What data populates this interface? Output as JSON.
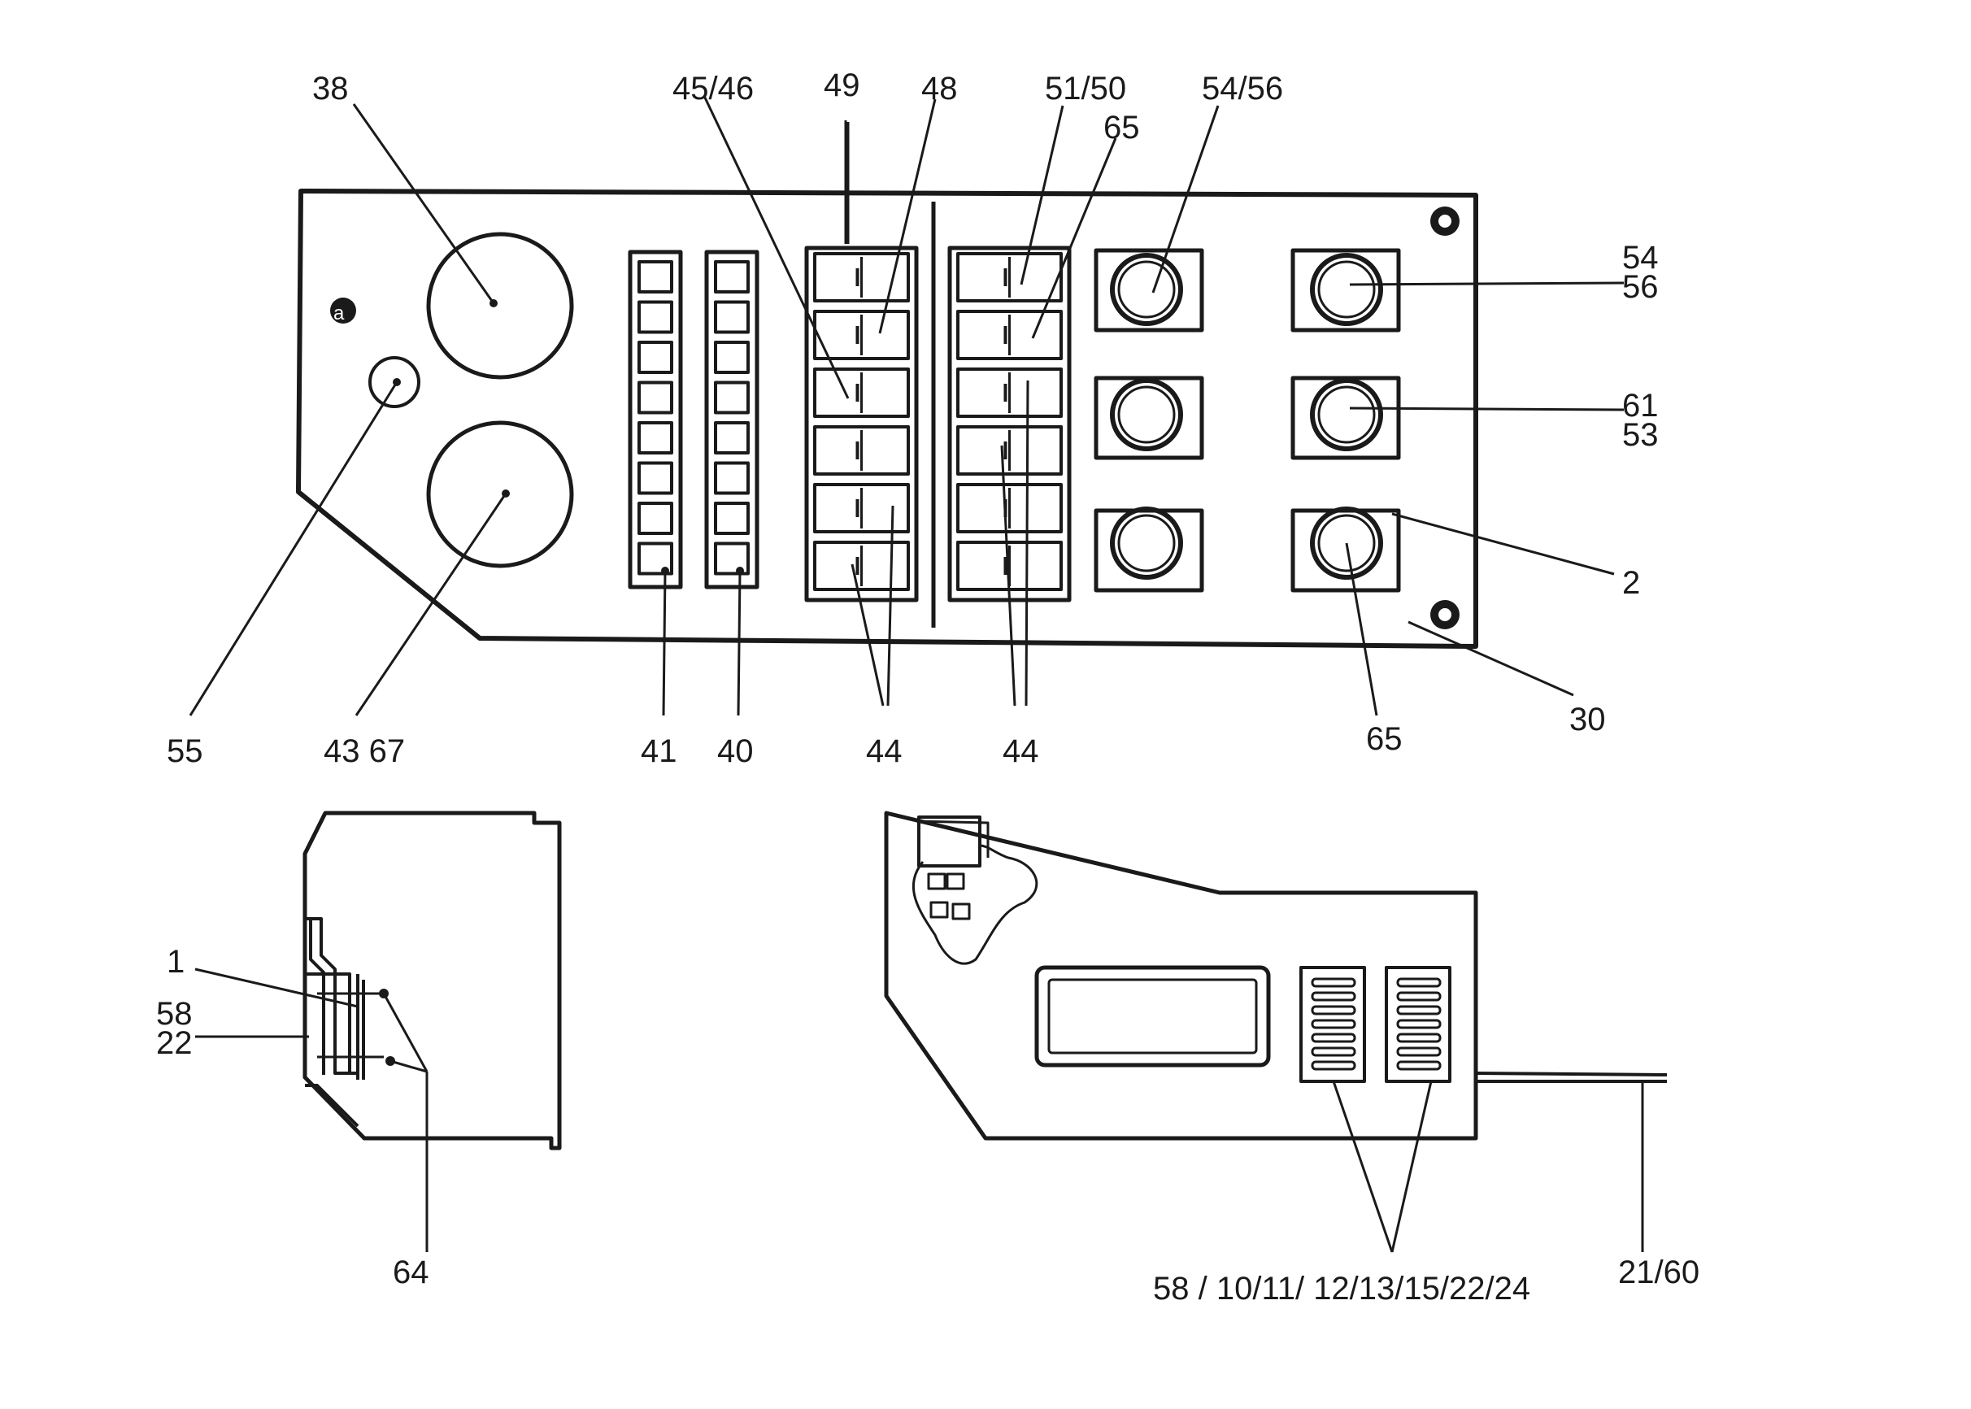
{
  "diagram": {
    "callouts": {
      "c38": "38",
      "c45_46": "45/46",
      "c49": "49",
      "c48": "48",
      "c51_50": "51/50",
      "c65_top": "65",
      "c54_56_top": "54/56",
      "c54_56_right_a": "54",
      "c54_56_right_b": "56",
      "c61_53_a": "61",
      "c61_53_b": "53",
      "c2": "2",
      "c30": "30",
      "c65_bottom": "65",
      "c55": "55",
      "c43_67": "43 67",
      "c41": "41",
      "c40": "40",
      "c44_left": "44",
      "c44_right": "44",
      "c1": "1",
      "c58": "58",
      "c22": "22",
      "c64": "64",
      "c58_group": "58 / 10/11/ 12/13/15/22/24",
      "c21_60": "21/60"
    }
  }
}
